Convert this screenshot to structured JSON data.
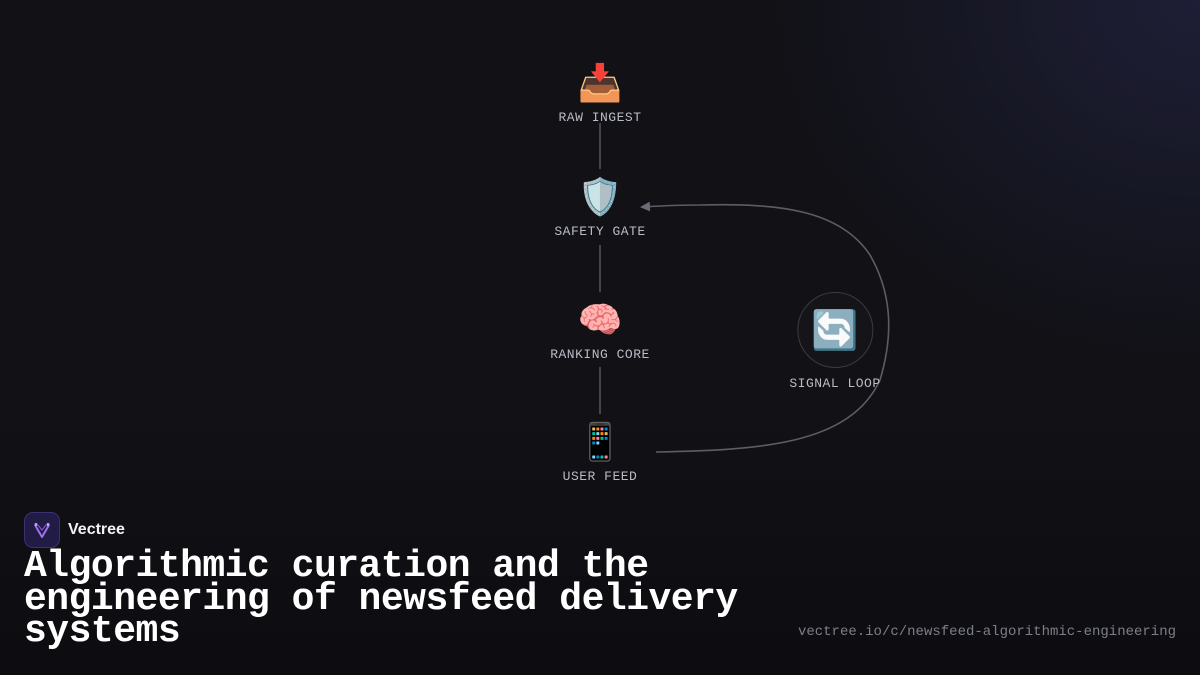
{
  "diagram": {
    "nodes": [
      {
        "id": "raw-ingest",
        "icon": "inbox-tray-icon",
        "glyph": "📥",
        "label": "RAW INGEST"
      },
      {
        "id": "safety-gate",
        "icon": "shield-icon",
        "glyph": "🛡️",
        "label": "SAFETY GATE"
      },
      {
        "id": "ranking-core",
        "icon": "brain-icon",
        "glyph": "🧠",
        "label": "RANKING CORE"
      },
      {
        "id": "user-feed",
        "icon": "mobile-phone-icon",
        "glyph": "📱",
        "label": "USER FEED"
      }
    ],
    "loop": {
      "icon": "refresh-arrows-icon",
      "glyph": "🔄",
      "label": "SIGNAL LOOP"
    }
  },
  "brand": {
    "name": "Vectree"
  },
  "title": "Algorithmic curation and the engineering of newsfeed delivery systems",
  "url": "vectree.io/c/newsfeed-algorithmic-engineering",
  "colors": {
    "background": "#111116",
    "connector": "#55565e",
    "brand_purple": "#a070e8"
  }
}
